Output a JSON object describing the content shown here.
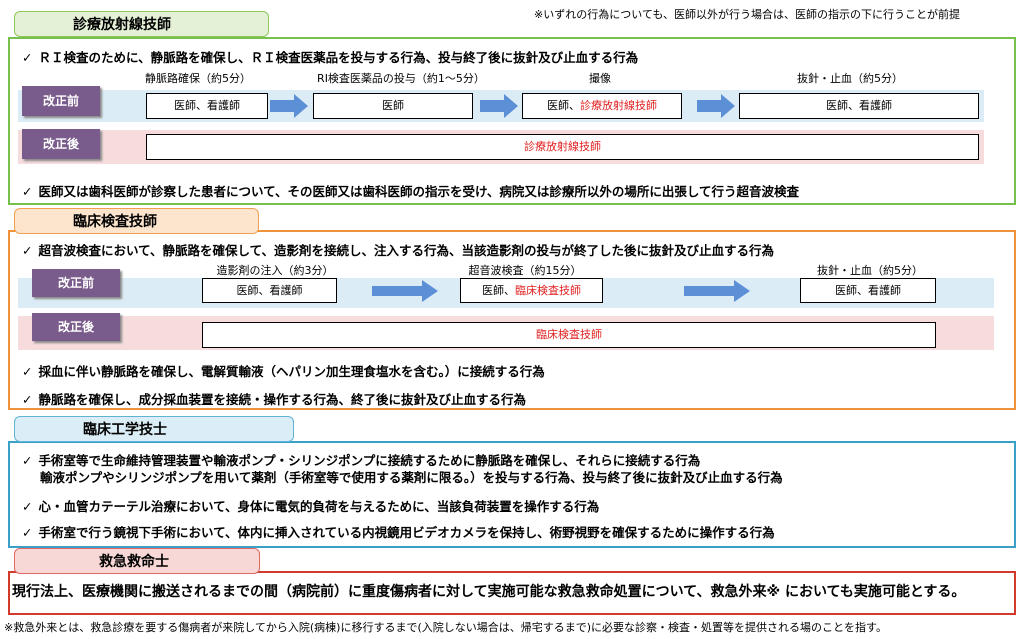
{
  "top_note": "※いずれの行為についても、医師以外が行う場合は、医師の指示の下に行うことが前提",
  "sections": {
    "rad": {
      "title": "診療放射線技師",
      "item1": "ＲＩ検査のために、静脈路を確保し、ＲＩ検査医薬品を投与する行為、投与終了後に抜針及び止血する行為",
      "steps": [
        {
          "label": "静脈路確保（約5分）",
          "box": "医師、看護師",
          "box_red": ""
        },
        {
          "label": "RI検査医薬品の投与（約1～5分）",
          "box": "医師",
          "box_red": ""
        },
        {
          "label": "撮像",
          "box": "医師、",
          "box_red": "診療放射線技師"
        },
        {
          "label": "抜針・止血（約5分）",
          "box": "医師、看護師",
          "box_red": ""
        }
      ],
      "before_label": "改正前",
      "after_label": "改正後",
      "after_box": "診療放射線技師",
      "item2": "医師又は歯科医師が診察した患者について、その医師又は歯科医師の指示を受け、病院又は診療所以外の場所に出張して行う超音波検査"
    },
    "lab": {
      "title": "臨床検査技師",
      "item1": "超音波検査において、静脈路を確保して、造影剤を接続し、注入する行為、当該造影剤の投与が終了した後に抜針及び止血する行為",
      "steps": [
        {
          "label": "造影剤の注入（約3分）",
          "box": "医師、看護師",
          "box_red": ""
        },
        {
          "label": "超音波検査（約15分）",
          "box": "医師、",
          "box_red": "臨床検査技師"
        },
        {
          "label": "抜針・止血（約5分）",
          "box": "医師、看護師",
          "box_red": ""
        }
      ],
      "before_label": "改正前",
      "after_label": "改正後",
      "after_box": "臨床検査技師",
      "item2": "採血に伴い静脈路を確保し、電解質輸液（ヘパリン加生理食塩水を含む。）に接続する行為",
      "item3": "静脈路を確保し、成分採血装置を接続・操作する行為、終了後に抜針及び止血する行為"
    },
    "ce": {
      "title": "臨床工学技士",
      "item1a": "手術室等で生命維持管理装置や輸液ポンプ・シリンジポンプに接続するために静脈路を確保し、それらに接続する行為",
      "item1b": "輸液ポンプやシリンジポンプを用いて薬剤（手術室等で使用する薬剤に限る。）を投与する行為、投与終了後に抜針及び止血する行為",
      "item2": "心・血管カテーテル治療において、身体に電気的負荷を与えるために、当該負荷装置を操作する行為",
      "item3": "手術室で行う鏡視下手術において、体内に挿入されている内視鏡用ビデオカメラを保持し、術野視野を確保するために操作する行為"
    },
    "emt": {
      "title": "救急救命士",
      "text": "現行法上、医療機関に搬送されるまでの間（病院前）に重度傷病者に対して実施可能な救急救命処置について、救急外来※ においても実施可能とする。"
    }
  },
  "checkmark": "✓",
  "footnote": "※救急外来とは、救急診療を要する傷病者が来院してから入院(病棟)に移行するまで(入院しない場合は、帰宅するまで)に必要な診察・検査・処置等を提供される場のことを指す。",
  "colors": {
    "green": "#76c04e",
    "orange": "#f0923a",
    "blue": "#3aa0c8",
    "red": "#d23a2a",
    "arrow": "#5b8fd6",
    "label_bg": "#7a5c8c",
    "highlight": "#e02020"
  }
}
